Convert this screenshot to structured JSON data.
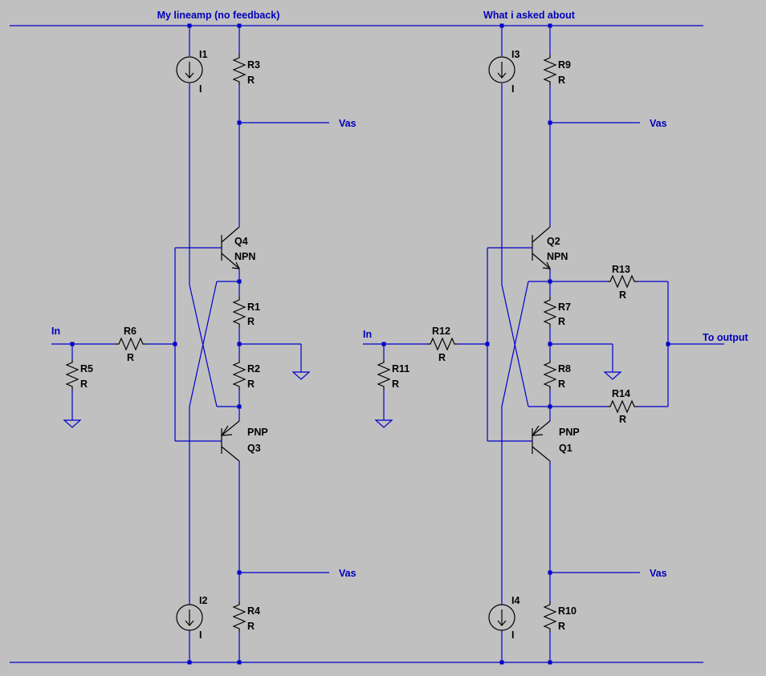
{
  "titles": {
    "left": "My lineamp (no feedback)",
    "right": "What i asked about"
  },
  "net_labels": {
    "vas": "Vas",
    "in": "In",
    "to_output": "To output"
  },
  "left_circuit": {
    "I1": {
      "name": "I1",
      "value": "I"
    },
    "I2": {
      "name": "I2",
      "value": "I"
    },
    "R1": {
      "name": "R1",
      "value": "R"
    },
    "R2": {
      "name": "R2",
      "value": "R"
    },
    "R3": {
      "name": "R3",
      "value": "R"
    },
    "R4": {
      "name": "R4",
      "value": "R"
    },
    "R5": {
      "name": "R5",
      "value": "R"
    },
    "R6": {
      "name": "R6",
      "value": "R"
    },
    "Q3": {
      "name": "Q3",
      "type": "PNP"
    },
    "Q4": {
      "name": "Q4",
      "type": "NPN"
    }
  },
  "right_circuit": {
    "I3": {
      "name": "I3",
      "value": "I"
    },
    "I4": {
      "name": "I4",
      "value": "I"
    },
    "R7": {
      "name": "R7",
      "value": "R"
    },
    "R8": {
      "name": "R8",
      "value": "R"
    },
    "R9": {
      "name": "R9",
      "value": "R"
    },
    "R10": {
      "name": "R10",
      "value": "R"
    },
    "R11": {
      "name": "R11",
      "value": "R"
    },
    "R12": {
      "name": "R12",
      "value": "R"
    },
    "R13": {
      "name": "R13",
      "value": "R"
    },
    "R14": {
      "name": "R14",
      "value": "R"
    },
    "Q1": {
      "name": "Q1",
      "type": "PNP"
    },
    "Q2": {
      "name": "Q2",
      "type": "NPN"
    }
  },
  "colors": {
    "background": "#c0c0c0",
    "wire": "#0000cc",
    "symbol": "#000000"
  }
}
